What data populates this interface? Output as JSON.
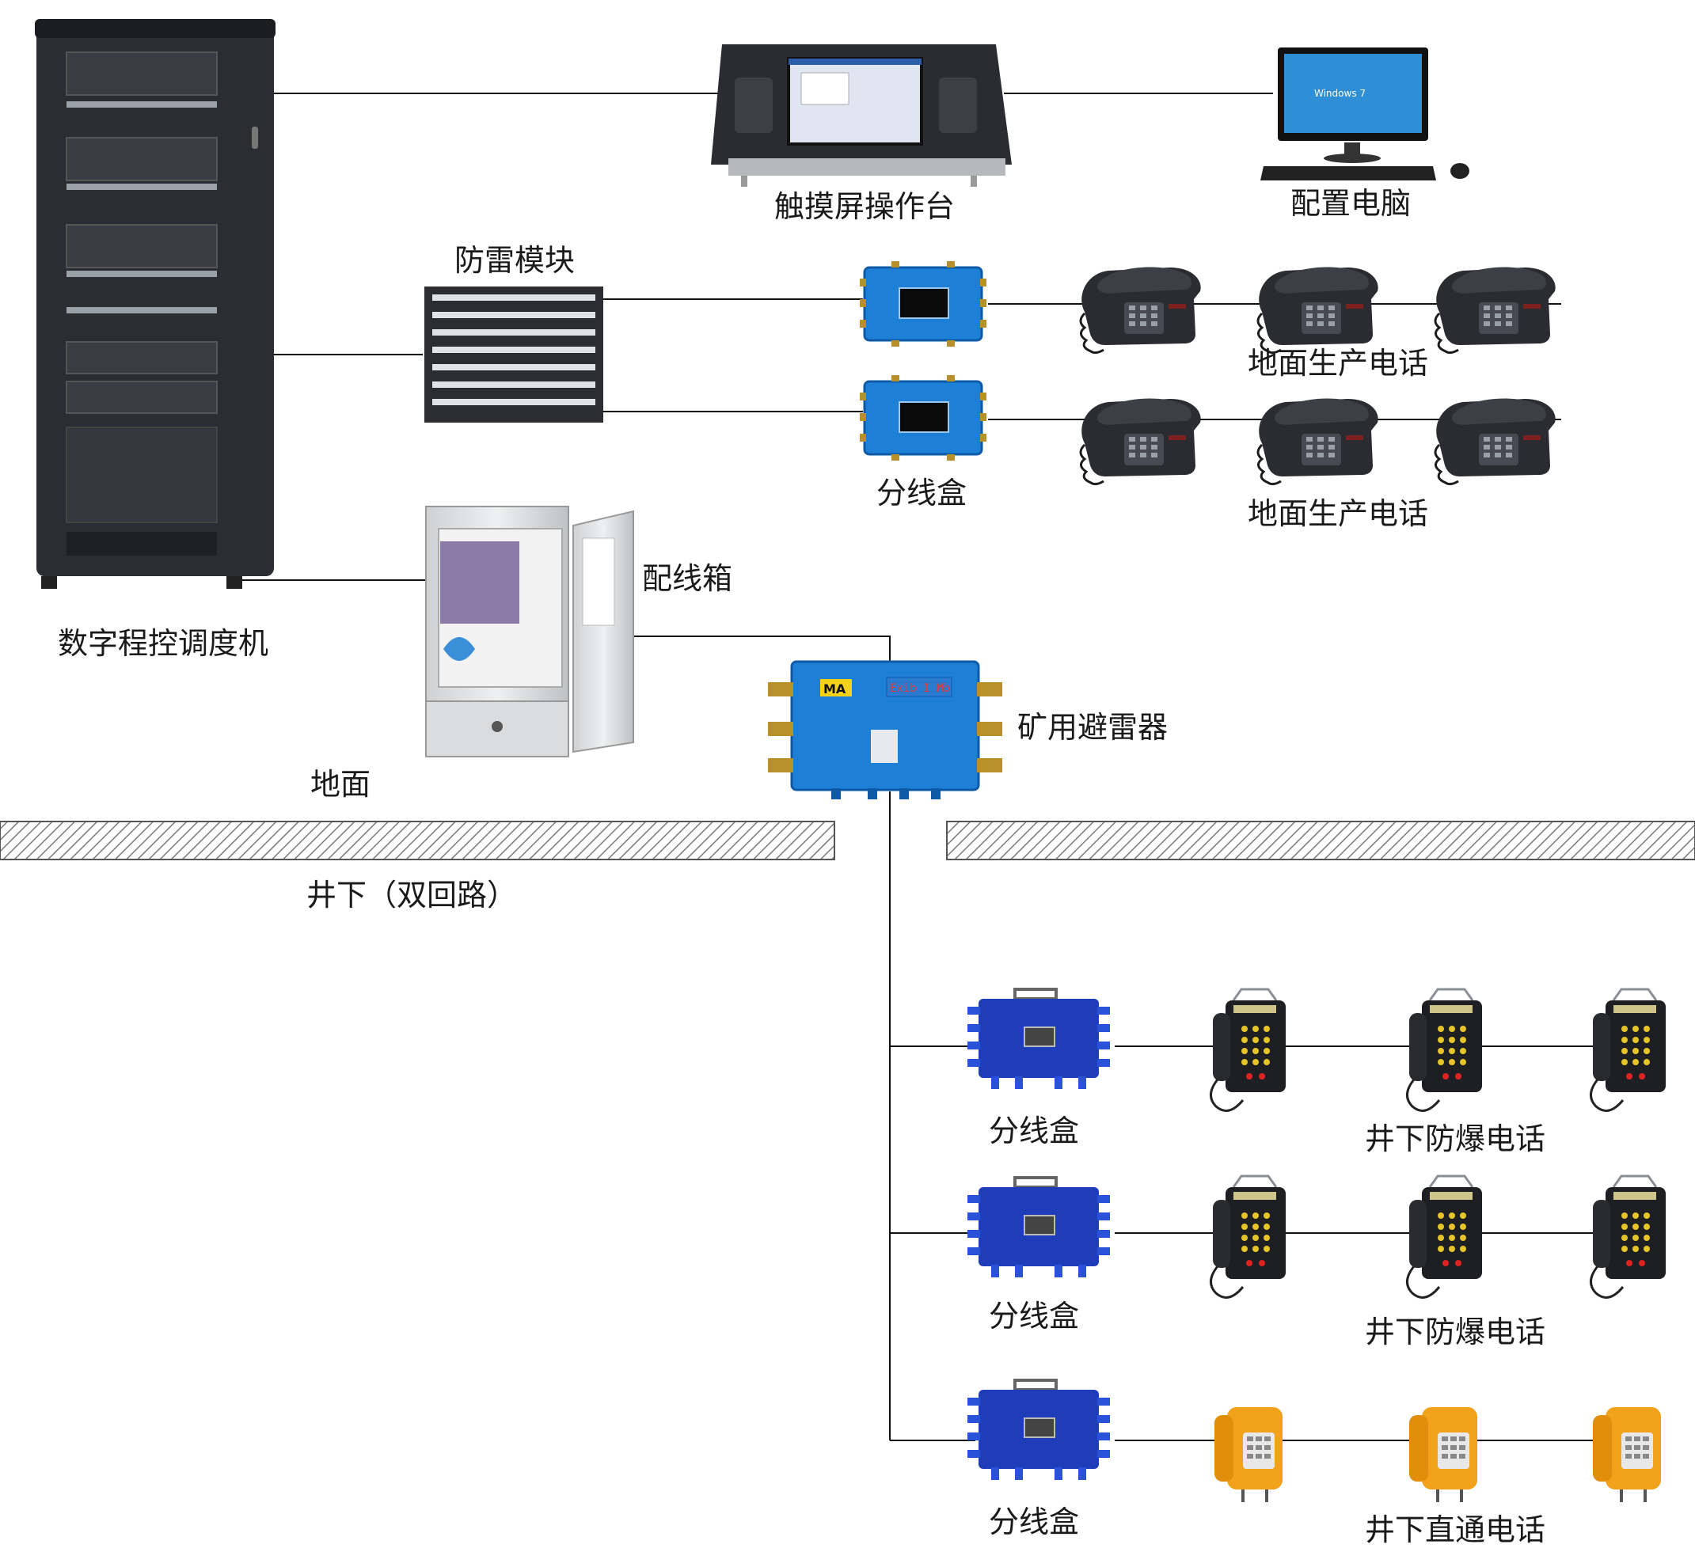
{
  "labels": {
    "dispatcher": "数字程控调度机",
    "touch_console": "触摸屏操作台",
    "config_pc": "配置电脑",
    "lightning_module": "防雷模块",
    "ground_phones_1": "地面生产电话",
    "splitter_top": "分线盒",
    "ground_phones_2": "地面生产电话",
    "wiring_cabinet": "配线箱",
    "mine_arrester": "矿用避雷器",
    "surface": "地面",
    "underground": "井下（双回路）",
    "splitter_1": "分线盒",
    "ex_phones_1": "井下防爆电话",
    "splitter_2": "分线盒",
    "ex_phones_2": "井下防爆电话",
    "splitter_3": "分线盒",
    "direct_phones": "井下直通电话"
  },
  "device_text": {
    "ma_mark": "MA",
    "ex_mark": "Exib I Mb",
    "windows": "Windows 7"
  },
  "colors": {
    "line": "#111111",
    "blue_box": "#1e7fd6",
    "dark_blue_box": "#1f3db8",
    "orange_phone": "#f2a21a",
    "rack": "#2b2d33",
    "hatch": "#7a7a7a"
  }
}
